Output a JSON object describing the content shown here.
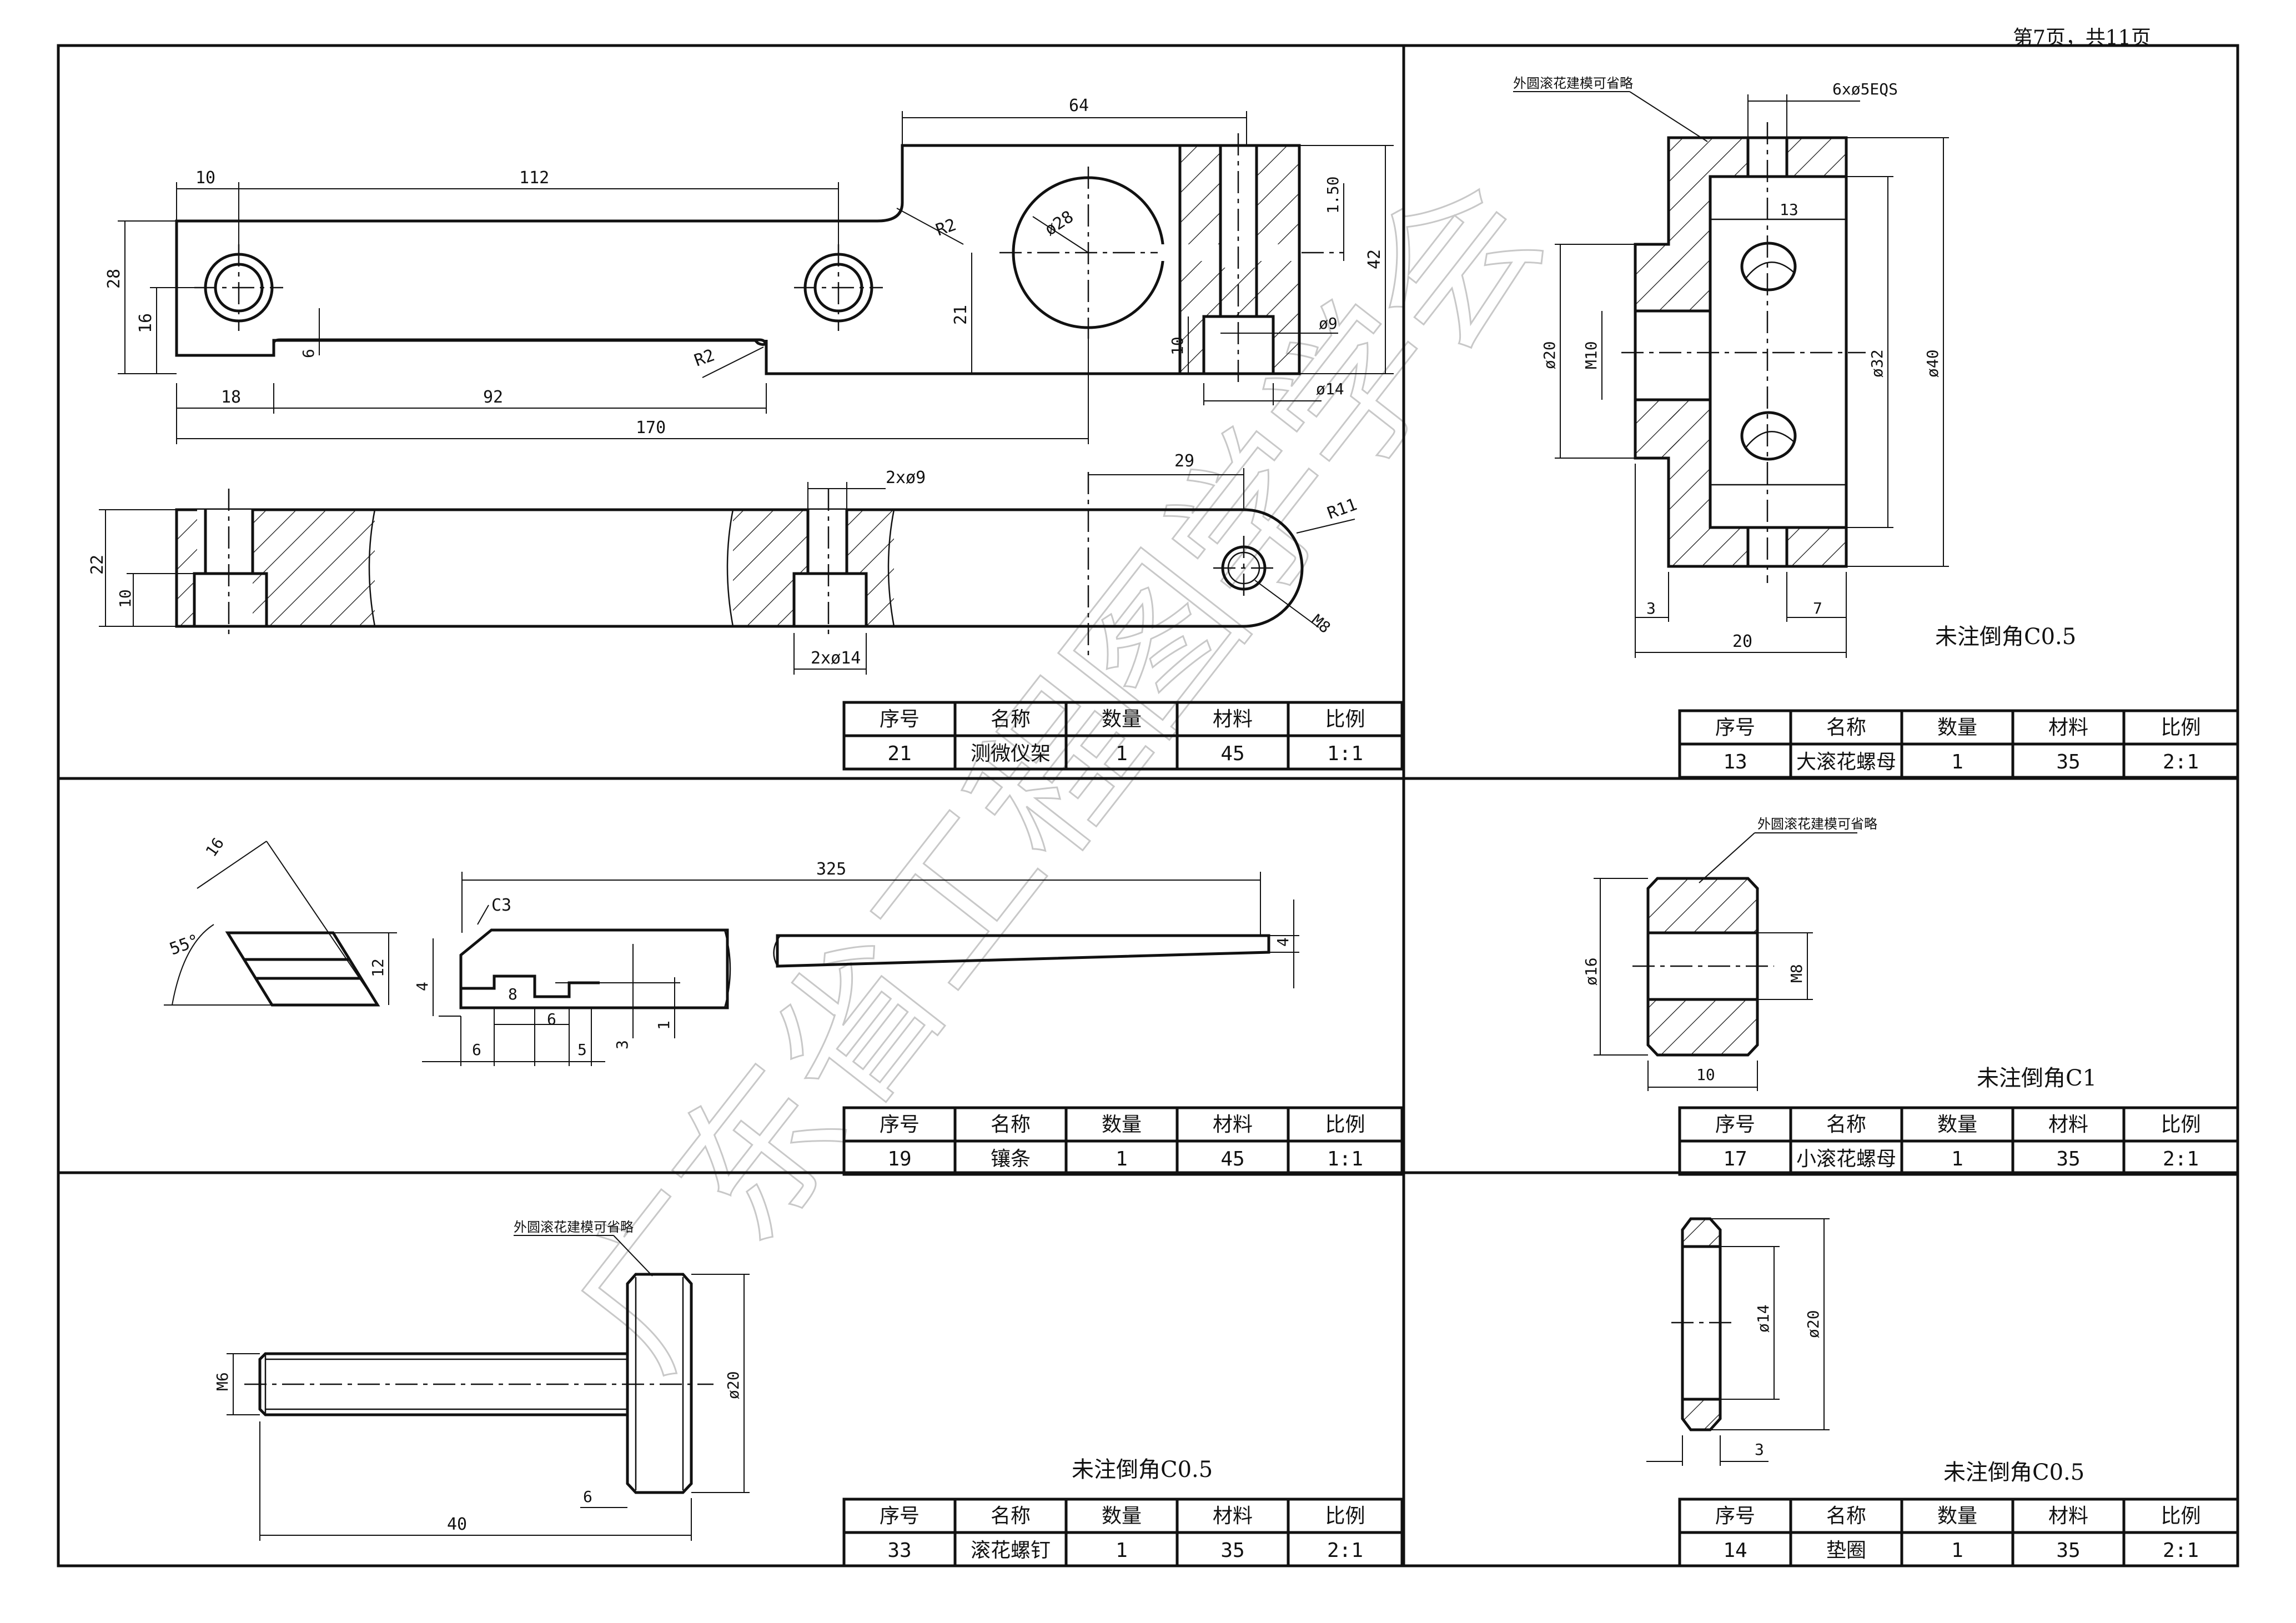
{
  "page_header": "第7页，共11页",
  "title_header": [
    "序号",
    "名称",
    "数量",
    "材料",
    "比例"
  ],
  "parts": [
    {
      "id": "p21",
      "seq": "21",
      "name": "测微仪架",
      "qty": "1",
      "material": "45",
      "scale": "1:1",
      "note": "",
      "dims": [
        "64",
        "10",
        "112",
        "28",
        "16",
        "R2",
        "ø28",
        "1.50",
        "42",
        "21",
        "10",
        "ø9",
        "ø14",
        "6",
        "R2",
        "18",
        "92",
        "170",
        "2xø9",
        "29",
        "R11",
        "22",
        "10",
        "M8",
        "2xø14"
      ]
    },
    {
      "id": "p13",
      "seq": "13",
      "name": "大滚花螺母",
      "qty": "1",
      "material": "35",
      "scale": "2:1",
      "note": "未注倒角C0.5",
      "leader": "外圆滚花建模可省略",
      "dims": [
        "6xø5EQS",
        "13",
        "ø20",
        "M10",
        "ø32",
        "ø40",
        "3",
        "7",
        "20"
      ]
    },
    {
      "id": "p19",
      "seq": "19",
      "name": "镶条",
      "qty": "1",
      "material": "45",
      "scale": "1:1",
      "note": "",
      "dims": [
        "16",
        "55°",
        "12",
        "325",
        "C3",
        "4",
        "8",
        "6",
        "6",
        "5",
        "3",
        "1",
        "4"
      ]
    },
    {
      "id": "p17",
      "seq": "17",
      "name": "小滚花螺母",
      "qty": "1",
      "material": "35",
      "scale": "2:1",
      "note": "未注倒角C1",
      "leader": "外圆滚花建模可省略",
      "dims": [
        "ø16",
        "M8",
        "10"
      ]
    },
    {
      "id": "p33",
      "seq": "33",
      "name": "滚花螺钉",
      "qty": "1",
      "material": "35",
      "scale": "2:1",
      "note": "未注倒角C0.5",
      "leader": "外圆滚花建模可省略",
      "dims": [
        "M6",
        "ø20",
        "6",
        "40"
      ]
    },
    {
      "id": "p14",
      "seq": "14",
      "name": "垫圈",
      "qty": "1",
      "material": "35",
      "scale": "2:1",
      "note": "未注倒角C0.5",
      "dims": [
        "ø14",
        "ø20",
        "3"
      ]
    }
  ],
  "watermark": "广东省工程图学学会"
}
